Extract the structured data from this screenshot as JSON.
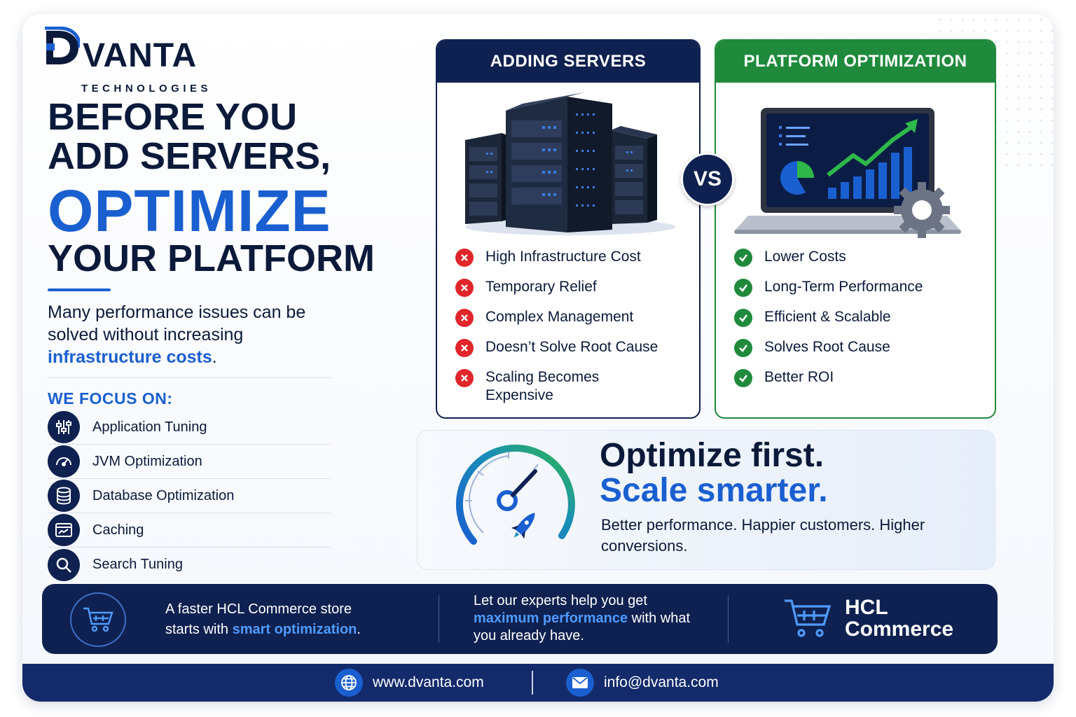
{
  "brand": {
    "name": "VANTA",
    "subtitle": "TECHNOLOGIES",
    "colors": {
      "navy": "#0f2150",
      "blue": "#1a5fd0",
      "green": "#1f8a3c",
      "red": "#e0262a"
    }
  },
  "headline": {
    "line1": "BEFORE YOU",
    "line2": "ADD SERVERS,",
    "line3": "OPTIMIZE",
    "line4": "YOUR PLATFORM"
  },
  "intro": {
    "text": "Many performance issues can be solved without increasing",
    "highlight": "infrastructure costs",
    "tail": "."
  },
  "focus": {
    "title": "WE FOCUS ON:",
    "items": [
      {
        "label": "Application Tuning",
        "icon": "sliders-icon"
      },
      {
        "label": "JVM Optimization",
        "icon": "speedometer-icon"
      },
      {
        "label": "Database Optimization",
        "icon": "database-icon"
      },
      {
        "label": "Caching",
        "icon": "cache-icon"
      },
      {
        "label": "Search Tuning",
        "icon": "search-icon"
      }
    ]
  },
  "compare": {
    "vs": "VS",
    "left": {
      "title": "ADDING SERVERS",
      "icon": "server-rack-icon",
      "items": [
        "High Infrastructure Cost",
        "Temporary Relief",
        "Complex Management",
        "Doesn’t Solve Root Cause",
        "Scaling Becomes Expensive"
      ]
    },
    "right": {
      "title": "PLATFORM OPTIMIZATION",
      "icon": "laptop-growth-icon",
      "items": [
        "Lower Costs",
        "Long-Term Performance",
        "Efficient & Scalable",
        "Solves Root Cause",
        "Better ROI"
      ]
    }
  },
  "tagline": {
    "line1": "Optimize first.",
    "line2": "Scale smarter.",
    "body": "Better performance. Happier customers. Higher conversions.",
    "icon": "gauge-rocket-icon"
  },
  "banner": {
    "cart_icon": "cart-icon",
    "text1_pre": "A faster HCL Commerce store starts with",
    "text1_hl": "smart optimization",
    "text1_post": ".",
    "text2_pre": "Let our experts help you get",
    "text2_hl": "maximum performance",
    "text2_post": "with what you already have.",
    "hcl_line1": "HCL",
    "hcl_line2": "Commerce"
  },
  "footer": {
    "website": "www.dvanta.com",
    "email": "info@dvanta.com",
    "web_icon": "globe-icon",
    "mail_icon": "envelope-icon"
  }
}
